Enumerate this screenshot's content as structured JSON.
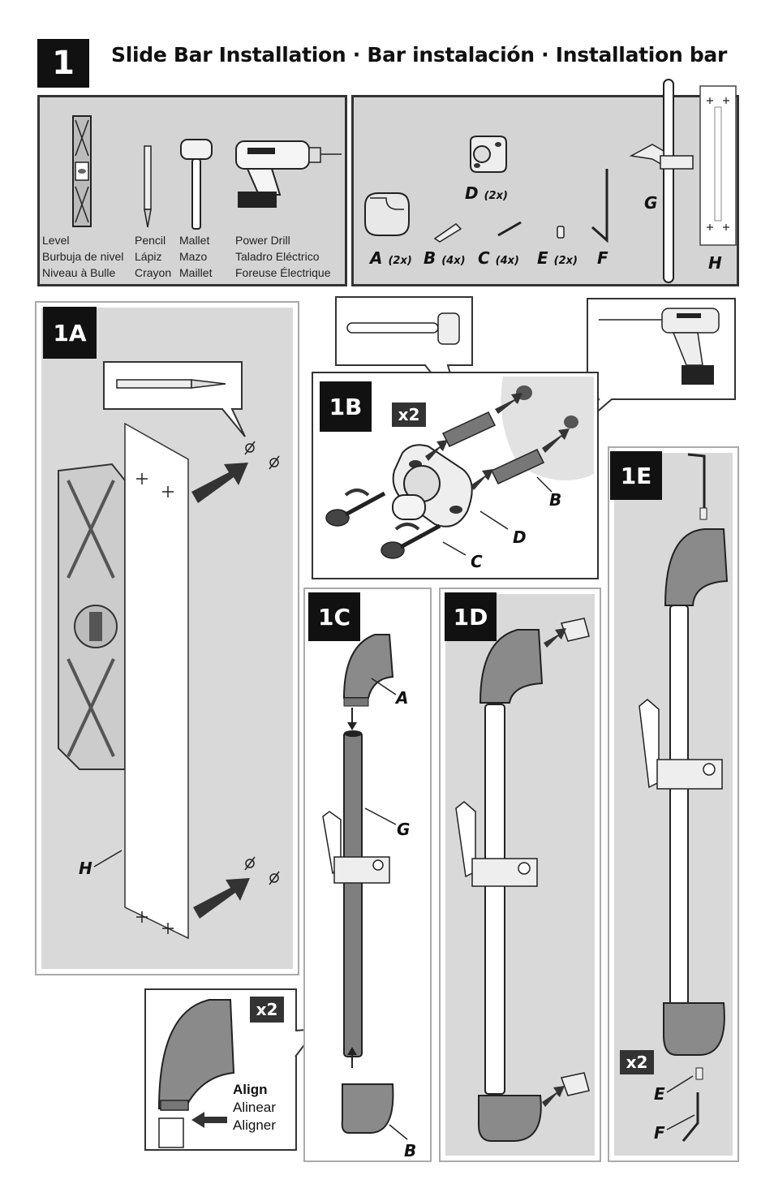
{
  "step": {
    "number": "1",
    "title_en": "Slide Bar Installation",
    "sep1": "·",
    "title_es": "Bar instalación",
    "sep2": "·",
    "title_fr": "Installation bar"
  },
  "tools": [
    {
      "icon": "level-icon",
      "label_en": "Level",
      "label_es": "Burbuja de nivel",
      "label_fr": "Niveau à Bulle"
    },
    {
      "icon": "pencil-icon",
      "label_en": "Pencil",
      "label_es": "Lápiz",
      "label_fr": "Crayon"
    },
    {
      "icon": "mallet-icon",
      "label_en": "Mallet",
      "label_es": "Mazo",
      "label_fr": "Maillet"
    },
    {
      "icon": "drill-icon",
      "label_en": "Power Drill",
      "label_es": "Taladro Eléctrico",
      "label_fr": "Foreuse Électrique"
    }
  ],
  "parts": {
    "A": {
      "letter": "A",
      "qty": "(2x)"
    },
    "B": {
      "letter": "B",
      "qty": "(4x)"
    },
    "C": {
      "letter": "C",
      "qty": "(4x)"
    },
    "D": {
      "letter": "D",
      "qty": "(2x)"
    },
    "E": {
      "letter": "E",
      "qty": "(2x)"
    },
    "F": {
      "letter": "F"
    },
    "G": {
      "letter": "G"
    },
    "H": {
      "letter": "H"
    }
  },
  "substeps": {
    "s1A": "1A",
    "s1B": "1B",
    "s1C": "1C",
    "s1D": "1D",
    "s1E": "1E"
  },
  "multiplier": "x2",
  "align": {
    "en": "Align",
    "es": "Alinear",
    "fr": "Aligner"
  },
  "colors": {
    "panel_gray": "#d9d9d9",
    "badge": "#111111",
    "part_gray": "#8a8a8a"
  }
}
